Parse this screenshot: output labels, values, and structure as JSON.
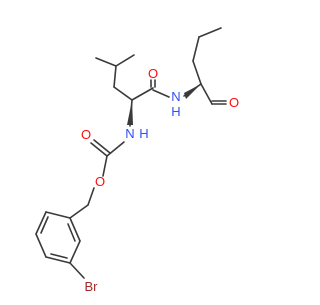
{
  "molecule": {
    "atoms": {
      "o_ald": "O",
      "n_amide": "N",
      "h_amide": "H",
      "o_amide": "O",
      "n_carbamate": "N",
      "h_carbamate": "H",
      "o_carbonyl": "O",
      "o_ester": "O",
      "br": "Br"
    },
    "colors": {
      "bond": "#3a3a3a",
      "oxygen": "#ff0d0d",
      "nitrogen": "#3050f8",
      "bromine": "#a62929"
    }
  }
}
